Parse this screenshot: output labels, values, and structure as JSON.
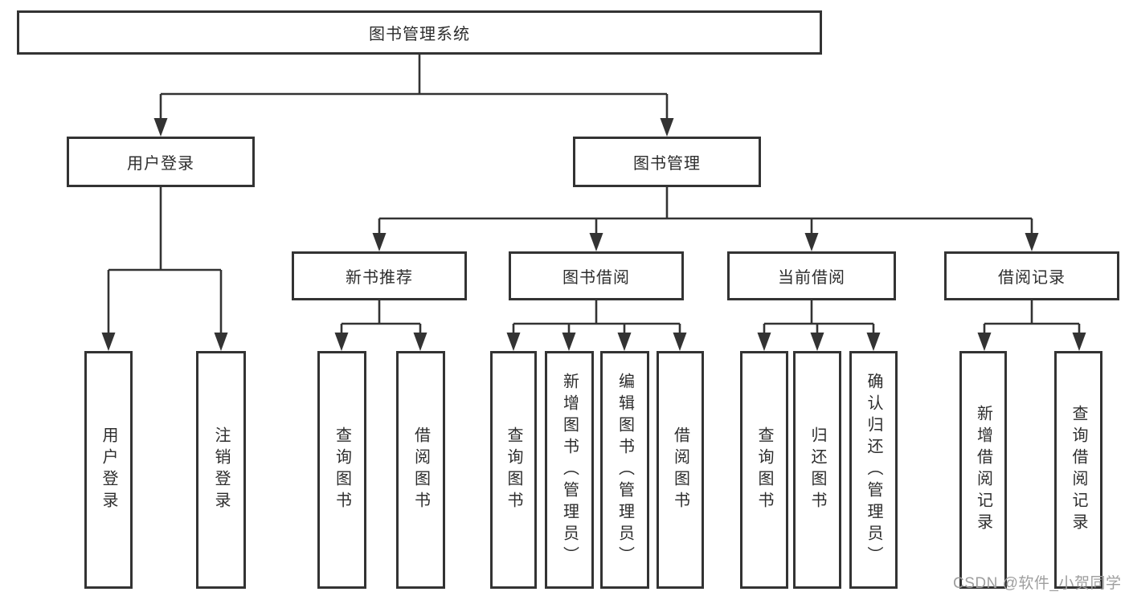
{
  "diagram": {
    "type": "hierarchy-tree",
    "tree": {
      "root": {
        "label": "图书管理系统"
      },
      "level2": [
        {
          "label": "用户登录",
          "children": [
            "用户登录",
            "注销登录"
          ]
        },
        {
          "label": "图书管理"
        }
      ],
      "level3": [
        {
          "label": "新书推荐",
          "children": [
            "查询图书",
            "借阅图书"
          ]
        },
        {
          "label": "图书借阅",
          "children": [
            "查询图书",
            "新增图书（管理员）",
            "编辑图书（管理员）",
            "借阅图书"
          ]
        },
        {
          "label": "当前借阅",
          "children": [
            "查询图书",
            "归还图书",
            "确认归还（管理员）"
          ]
        },
        {
          "label": "借阅记录",
          "children": [
            "新增借阅记录",
            "查询借阅记录"
          ]
        }
      ]
    },
    "colors": {
      "line": "#333333",
      "box_border": "#333333",
      "box_fill": "#ffffff",
      "text": "#2d2d2d",
      "watermark_text": "#9e9e9e",
      "background": "#ffffff"
    },
    "watermark": {
      "text": "CSDN @软件_小贺同学"
    }
  }
}
